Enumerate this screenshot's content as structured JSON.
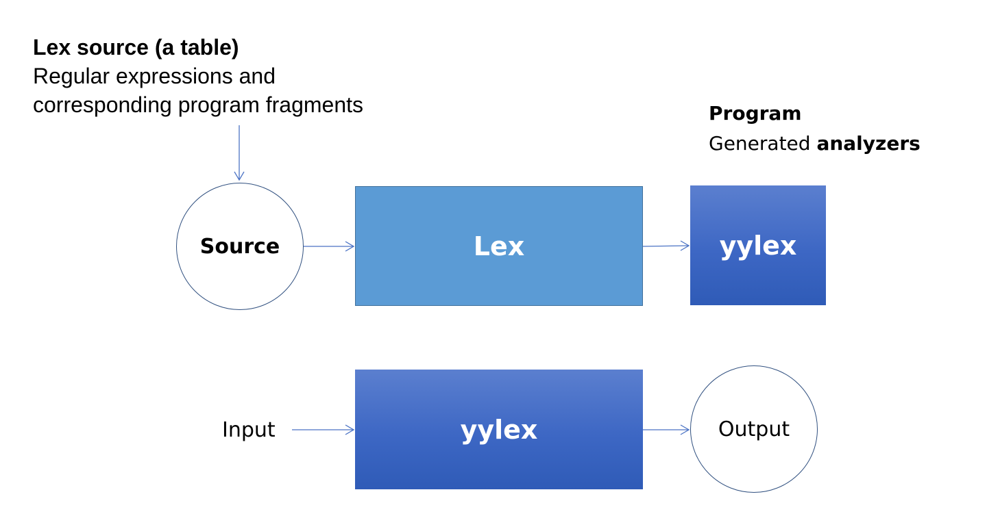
{
  "lex_source": {
    "title": "Lex source (a table)",
    "line1": "Regular expressions and",
    "line2": "corresponding program fragments"
  },
  "program": {
    "title": "Program",
    "prefix": "Generated ",
    "bold": "analyzers"
  },
  "nodes": {
    "source": "Source",
    "lex": "Lex",
    "yylex_top": "yylex",
    "input": "Input",
    "yylex_bottom": "yylex",
    "output": "Output"
  },
  "colors": {
    "lex_box": "#5b9bd5",
    "yylex_box": "#3d67c4",
    "arrow": "#4a72c4",
    "circle_border": "#2f4f7f"
  }
}
